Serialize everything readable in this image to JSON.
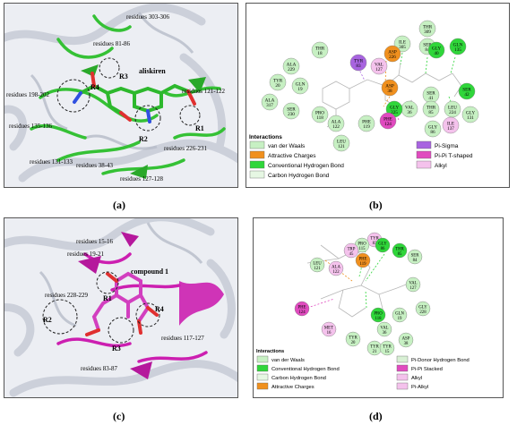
{
  "panel_a": {
    "caption": "(a)",
    "ligand_label": "aliskiren",
    "labels": {
      "r303": "residues 303-306",
      "r81": "residues 81-86",
      "r198": "residues 198-202",
      "r135": "residues 135-136",
      "r121": "residues 121-122",
      "r226": "residues 226-231",
      "r131": "residues 131-133",
      "r38": "residues 38-43",
      "r127": "residues 127-128"
    },
    "regions": {
      "r1": "R1",
      "r2": "R2",
      "r3": "R3",
      "r4": "R4"
    }
  },
  "panel_b": {
    "caption": "(b)",
    "legend_title": "Interactions",
    "legend": [
      "van der Waals",
      "Attractive Charges",
      "Conventional Hydrogen Bond",
      "Carbon Hydrogen Bond",
      "Pi-Sigma",
      "Pi-Pi T-shaped",
      "Alkyl"
    ],
    "residues": [
      {
        "l1": "ILE",
        "l2": "305",
        "type": "vdw"
      },
      {
        "l1": "THR",
        "l2": "309",
        "type": "vdw"
      },
      {
        "l1": "THR",
        "l2": "18",
        "type": "vdw"
      },
      {
        "l1": "VAL",
        "l2": "127",
        "type": "alkyl"
      },
      {
        "l1": "ASP",
        "l2": "226",
        "type": "charge"
      },
      {
        "l1": "SER",
        "l2": "84",
        "type": "vdw"
      },
      {
        "l1": "GLY",
        "l2": "40",
        "type": "hbond"
      },
      {
        "l1": "GLN",
        "l2": "135",
        "type": "hbond"
      },
      {
        "l1": "ALA",
        "l2": "229",
        "type": "vdw"
      },
      {
        "l1": "TYR",
        "l2": "83",
        "type": "pisigma"
      },
      {
        "l1": "TYR",
        "l2": "20",
        "type": "vdw"
      },
      {
        "l1": "GLN",
        "l2": "19",
        "type": "vdw"
      },
      {
        "l1": "ASP",
        "l2": "38",
        "type": "charge"
      },
      {
        "l1": "SER",
        "l2": "41",
        "type": "vdw"
      },
      {
        "l1": "ALA",
        "l2": "317",
        "type": "vdw"
      },
      {
        "l1": "VAL",
        "l2": "36",
        "type": "vdw"
      },
      {
        "l1": "THR",
        "l2": "85",
        "type": "vdw"
      },
      {
        "l1": "LEU",
        "l2": "224",
        "type": "vdw"
      },
      {
        "l1": "SER",
        "l2": "42",
        "type": "hbond"
      },
      {
        "l1": "SER",
        "l2": "230",
        "type": "vdw"
      },
      {
        "l1": "GLY",
        "l2": "225",
        "type": "hbond"
      },
      {
        "l1": "ILE",
        "l2": "137",
        "type": "alkyl"
      },
      {
        "l1": "GLY",
        "l2": "131",
        "type": "vdw"
      },
      {
        "l1": "PRO",
        "l2": "118",
        "type": "vdw"
      },
      {
        "l1": "PHE",
        "l2": "124",
        "type": "pipi"
      },
      {
        "l1": "GLY",
        "l2": "86",
        "type": "vdw"
      },
      {
        "l1": "ALA",
        "l2": "122",
        "type": "vdw"
      },
      {
        "l1": "PHE",
        "l2": "119",
        "type": "vdw"
      },
      {
        "l1": "LEU",
        "l2": "121",
        "type": "vdw"
      }
    ]
  },
  "panel_c": {
    "caption": "(c)",
    "ligand_label": "compound 1",
    "labels": {
      "r15": "residues 15-16",
      "r19": "residues 19-21",
      "r228": "residues 228-229",
      "r117": "residues 117-127",
      "r83": "residues 83-87"
    },
    "regions": {
      "r1": "R1",
      "r2": "R2",
      "r3": "R3",
      "r4": "R4"
    }
  },
  "panel_d": {
    "caption": "(d)",
    "legend_title": "Interactions",
    "legend": [
      "van der Waals",
      "Conventional Hydrogen Bond",
      "Carbon Hydrogen Bond",
      "Attractive Charges",
      "Pi-Donor Hydrogen Bond",
      "Pi-Pi Stacked",
      "Alkyl",
      "Pi-Alkyl"
    ],
    "residues": [
      {
        "l1": "TYR",
        "l2": "83",
        "type": "alkyl"
      },
      {
        "l1": "PRO",
        "l2": "115",
        "type": "vdw"
      },
      {
        "l1": "TRP",
        "l2": "45",
        "type": "alkyl"
      },
      {
        "l1": "GLY",
        "l2": "86",
        "type": "hbond"
      },
      {
        "l1": "THR",
        "l2": "85",
        "type": "hbond"
      },
      {
        "l1": "SER",
        "l2": "84",
        "type": "vdw"
      },
      {
        "l1": "PHE",
        "l2": "119",
        "type": "charge"
      },
      {
        "l1": "LEU",
        "l2": "121",
        "type": "vdw"
      },
      {
        "l1": "ALA",
        "l2": "122",
        "type": "alkyl"
      },
      {
        "l1": "VAL",
        "l2": "127",
        "type": "vdw"
      },
      {
        "l1": "GLY",
        "l2": "228",
        "type": "vdw"
      },
      {
        "l1": "PHE",
        "l2": "124",
        "type": "pipi"
      },
      {
        "l1": "PRO",
        "l2": "118",
        "type": "hbond"
      },
      {
        "l1": "GLN",
        "l2": "19",
        "type": "vdw"
      },
      {
        "l1": "MET",
        "l2": "16",
        "type": "alkyl"
      },
      {
        "l1": "VAL",
        "l2": "36",
        "type": "vdw"
      },
      {
        "l1": "ASP",
        "l2": "38",
        "type": "vdw"
      },
      {
        "l1": "TYR",
        "l2": "20",
        "type": "vdw"
      },
      {
        "l1": "TYR",
        "l2": "21",
        "type": "vdw"
      },
      {
        "l1": "TYR",
        "l2": "15",
        "type": "vdw"
      }
    ]
  },
  "colors": {
    "vdw": "#c7f0c3",
    "hbond": "#2fd63a",
    "charge": "#f0901e",
    "pisigma": "#a864e0",
    "pipi": "#e04bbf",
    "alkyl": "#f4c2ec",
    "chbond": "#e6f7e3",
    "pidonor": "#d8f0d4",
    "pialkyl": "#f4c2ec",
    "ribbon_a": "#35c135",
    "ribbon_c": "#cc1fb0"
  }
}
